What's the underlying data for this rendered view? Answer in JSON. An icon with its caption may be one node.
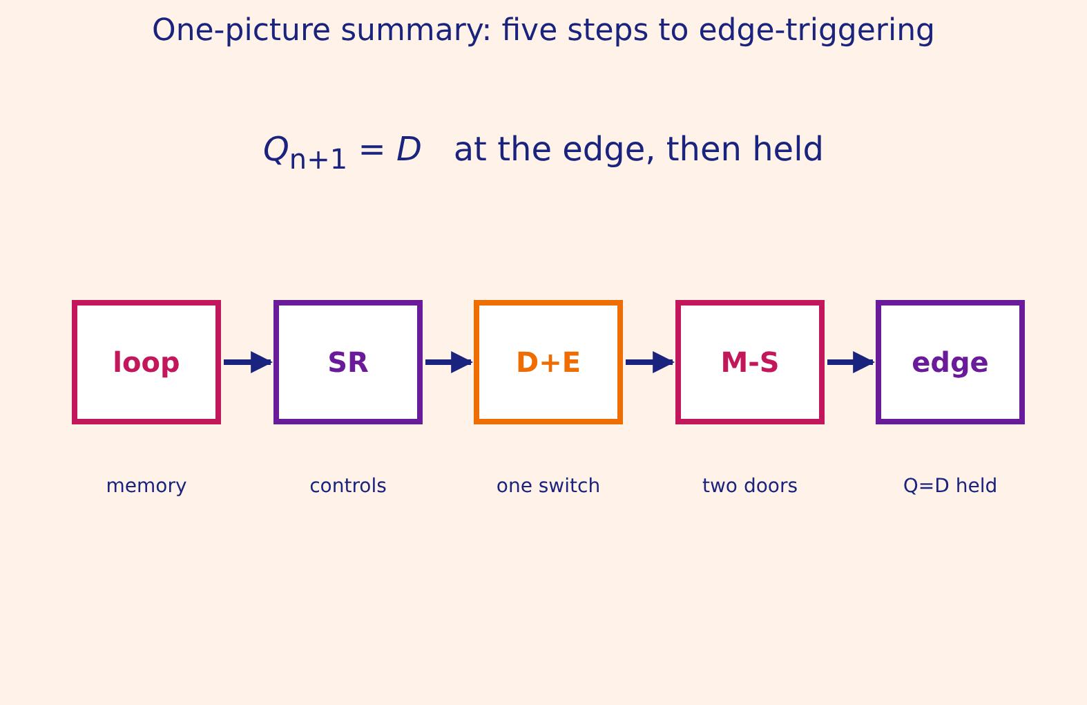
{
  "diagram": {
    "title": "One-picture summary: five steps to edge-triggering",
    "nodes": [
      {
        "text": [
          "loop"
        ],
        "beside": [
          "memory"
        ]
      },
      {
        "text": [
          "SR"
        ],
        "beside": [
          "controls"
        ]
      },
      {
        "text": [
          "D+E"
        ],
        "beside": [
          "one switch"
        ]
      },
      {
        "text": [
          "M-S"
        ],
        "beside": [
          "two doors"
        ]
      },
      {
        "text": [
          "edge"
        ],
        "beside": [
          "Q=D held"
        ]
      }
    ],
    "edges": [
      {
        "from": 0,
        "to": 1,
        "arrow": "to"
      },
      {
        "from": 1,
        "to": 2,
        "arrow": "to"
      },
      {
        "from": 2,
        "to": 3,
        "arrow": "to"
      },
      {
        "from": 3,
        "to": 4,
        "arrow": "to"
      }
    ],
    "labels": [
      "*Q*$_{n+1}$ = *D*   at the edge, then held"
    ]
  }
}
